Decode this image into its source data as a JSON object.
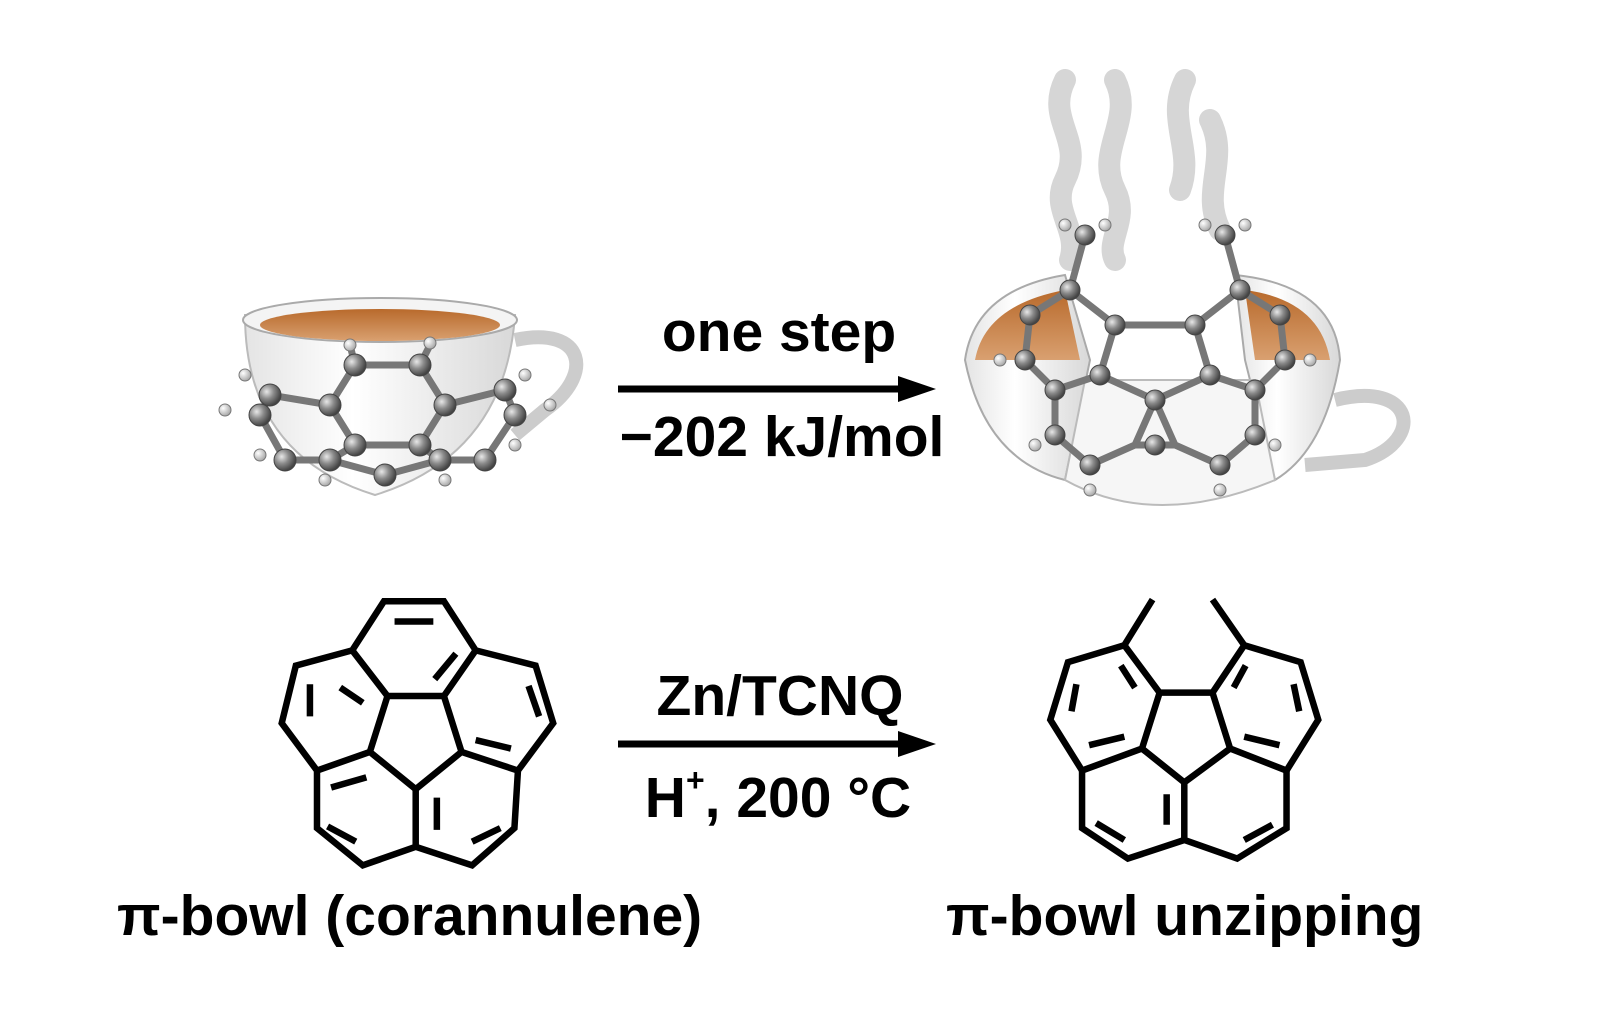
{
  "top_reaction": {
    "condition_above": "one step",
    "condition_below": "−202 kJ/mol"
  },
  "bottom_reaction": {
    "condition_above": "Zn/TCNQ",
    "condition_below_main": "H",
    "condition_below_sup": "+",
    "condition_below_rest": ", 200 °C"
  },
  "labels": {
    "reactant": "π-bowl (corannulene)",
    "product": "π-bowl unzipping"
  },
  "colors": {
    "tea": "#c07a3e",
    "cup": "#f2f2f2",
    "steam": "#c8c8c8",
    "carbon": "#7a7a7a"
  }
}
